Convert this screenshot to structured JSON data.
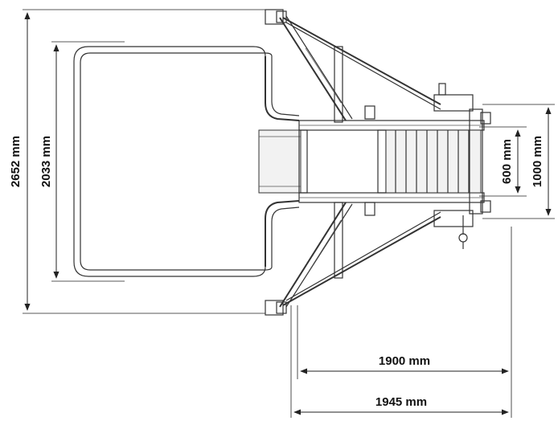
{
  "dimensions": {
    "overall_height": "2652 mm",
    "handrail_height": "2033 mm",
    "step_width_inner": "600 mm",
    "step_width_outer": "1000 mm",
    "length_short": "1900 mm",
    "length_long": "1945 mm"
  },
  "colors": {
    "line": "#333333",
    "text": "#111111",
    "fill": "#f2f2f2"
  }
}
